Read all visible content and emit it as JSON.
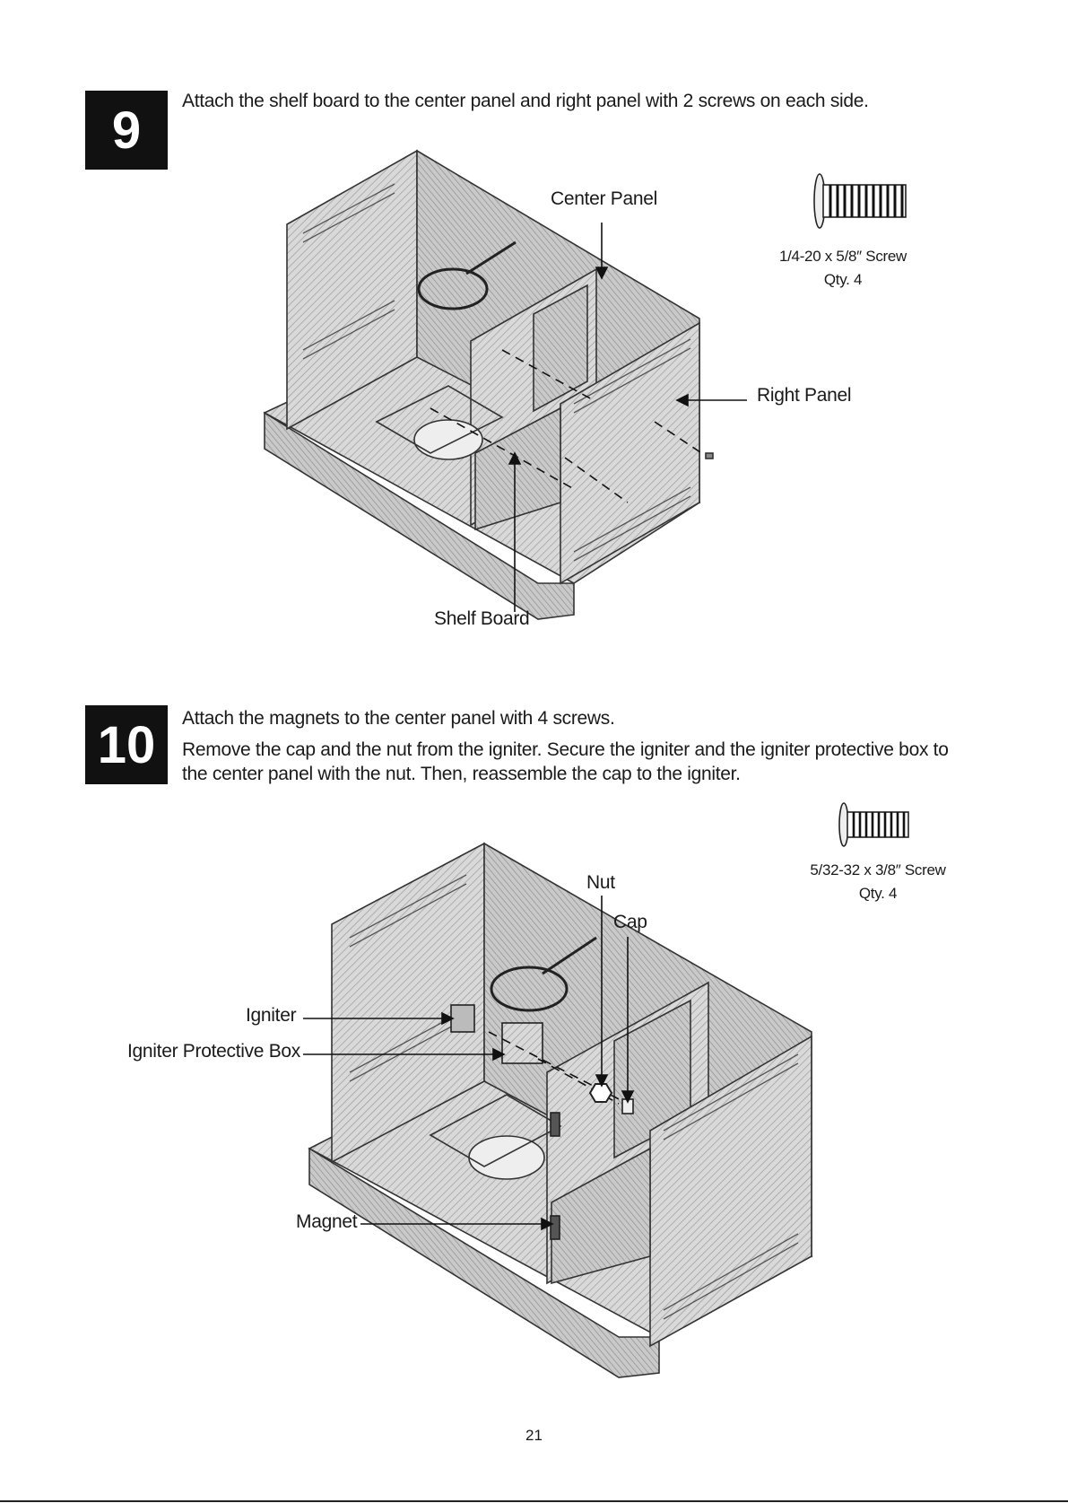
{
  "step9": {
    "number": "9",
    "instruction": "Attach the shelf board to the center panel and right panel with 2 screws on each side.",
    "labels": {
      "center_panel": "Center Panel",
      "right_panel": "Right Panel",
      "shelf_board": "Shelf Board"
    },
    "hardware": {
      "spec": "1/4-20 x 5/8″ Screw",
      "qty": "Qty. 4"
    }
  },
  "step10": {
    "number": "10",
    "instruction_1": "Attach the magnets to the center panel with 4 screws.",
    "instruction_2": "Remove the cap and the nut from the igniter. Secure the igniter and the igniter protective box to the center panel with the nut. Then, reassemble the cap to the igniter.",
    "labels": {
      "nut": "Nut",
      "cap": "Cap",
      "igniter": "Igniter",
      "igniter_protective_box": "Igniter Protective Box",
      "magnet": "Magnet"
    },
    "hardware": {
      "spec": "5/32-32 x 3/8″ Screw",
      "qty": "Qty. 4"
    }
  },
  "page_number": "21"
}
